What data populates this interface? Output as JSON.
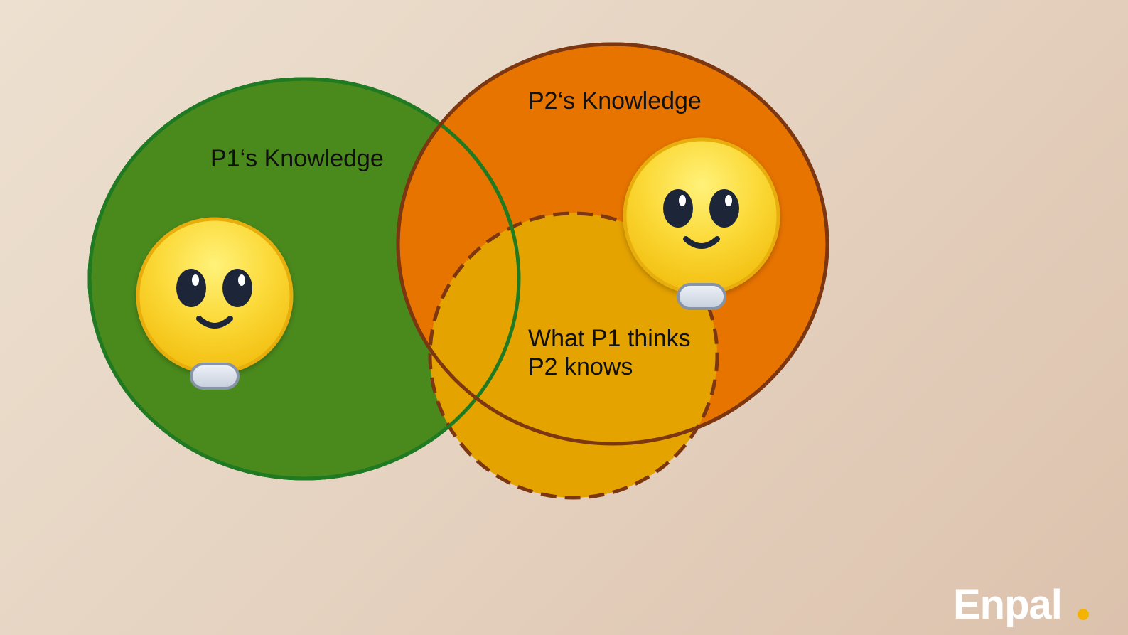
{
  "diagram": {
    "p1_knowledge_label": "P1‘s Knowledge",
    "p2_knowledge_label": "P2‘s Knowledge",
    "belief_label_line1": "What P1 thinks",
    "belief_label_line2": "P2 knows"
  },
  "brand": {
    "name": "Enpal"
  },
  "colors": {
    "p1_fill": "#4a8a1c",
    "p1_stroke": "#1f7a22",
    "p2_fill": "#e87400",
    "p2_stroke": "#7c3610",
    "belief_fill": "#e5a300",
    "belief_stroke": "#7c3610",
    "accent_dot": "#f5b301"
  },
  "icons": [
    "smiling-face-icon",
    "smiling-face-icon"
  ]
}
